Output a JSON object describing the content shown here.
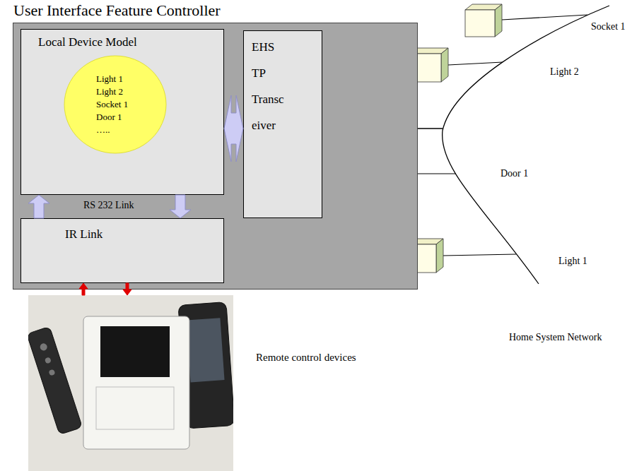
{
  "diagram": {
    "nodes": [
      {
        "text": [
          "User Interface Feature Controller"
        ]
      },
      {
        "text": [
          "Local Device Model"
        ],
        "in": 0
      },
      {
        "text": [
          "Light 1 Light 2 Socket 1 Door 1 ….."
        ],
        "in": 1
      },
      {
        "text": [
          "EHS TP Transc eiver"
        ],
        "in": 0
      },
      {
        "text": [
          "IR Link"
        ],
        "in": 0
      },
      {
        "text": [
          "Remote control devices"
        ]
      }
    ],
    "edges": [
      {
        "from": 1,
        "to": 3,
        "arrow": "both"
      },
      {
        "from": 4,
        "to": 1,
        "arrow": "to"
      },
      {
        "from": 1,
        "to": 4,
        "arrow": "to"
      },
      {
        "from": 5,
        "to": 4,
        "arrow": "to"
      },
      {
        "from": 4,
        "to": 5,
        "arrow": "to"
      }
    ],
    "labels": [
      "RS 232 Link",
      "Socket 1",
      "Light 2",
      "Door 1",
      "Light 1",
      "Home System Network"
    ]
  }
}
